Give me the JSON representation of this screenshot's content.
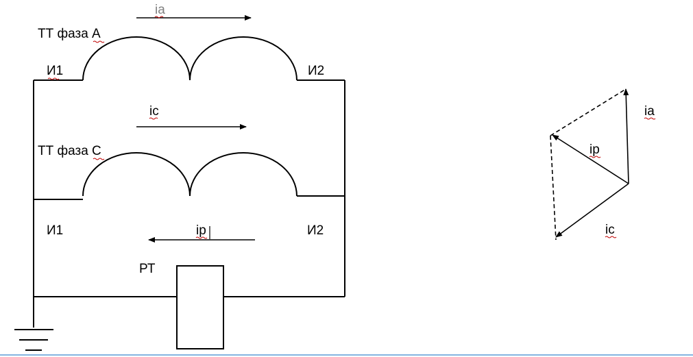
{
  "circuit": {
    "ct_phase_a_label": "ТТ фаза А",
    "ct_phase_c_label": "ТТ фаза С",
    "current_a_label": "ia",
    "current_c_label": "ic",
    "current_p_label": "ip",
    "terminal_start_top": "И1",
    "terminal_end_top": "И2",
    "terminal_start_bottom": "И1",
    "terminal_end_bottom": "И2",
    "relay_label": "РТ"
  },
  "vector_diagram": {
    "ia_label": "ia",
    "ip_label": "ip",
    "ic_label": "ic"
  },
  "colors": {
    "line": "#000000",
    "muted_text": "#808080",
    "spellcheck_underline": "#c00000",
    "bottom_rule": "#5b9bd5"
  }
}
